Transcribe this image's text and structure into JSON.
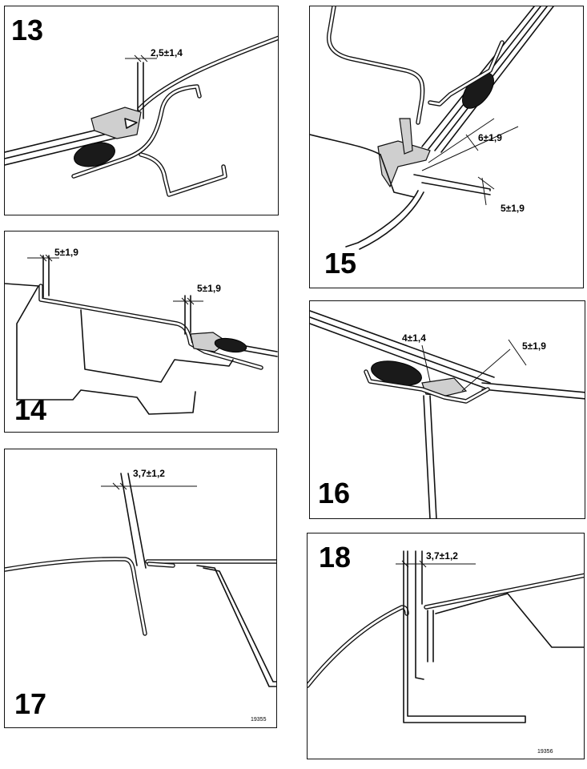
{
  "panels": [
    {
      "number": "13",
      "dimension": "2,5±1,4"
    },
    {
      "number": "14",
      "dimension_1": "5±1,9",
      "dimension_2": "5±1,9"
    },
    {
      "number": "15",
      "dimension_1": "6±1,9",
      "dimension_2": "5±1,9"
    },
    {
      "number": "16",
      "dimension_1": "4±1,4",
      "dimension_2": "5±1,9"
    },
    {
      "number": "17",
      "dimension": "3,7±1,2",
      "ref": "19355"
    },
    {
      "number": "18",
      "dimension": "3,7±1,2",
      "ref": "19356"
    }
  ]
}
